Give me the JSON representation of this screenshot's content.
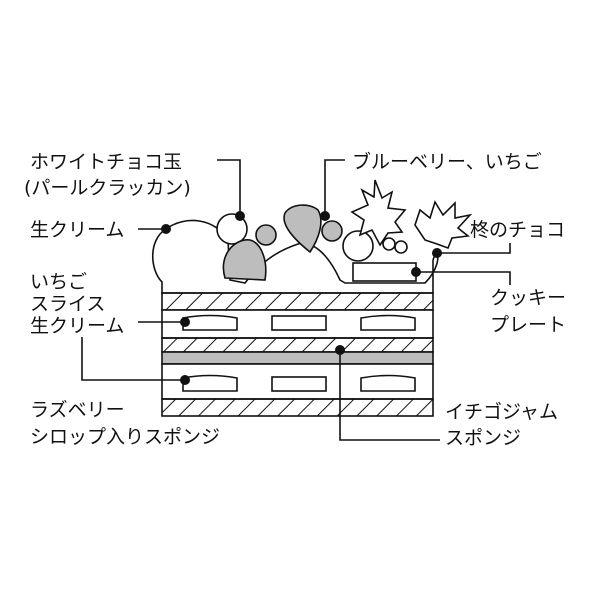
{
  "labels": {
    "white_choco_1": "ホワイトチョコ玉",
    "white_choco_2": "(パールクラッカン)",
    "blueberry": "ブルーベリー、いちご",
    "fresh_cream_top": "生クリーム",
    "holly_choco": "柊のチョコ",
    "strawberry_slice_1": "いちご",
    "strawberry_slice_2": "スライス",
    "strawberry_slice_3": "生クリーム",
    "cookie_plate_1": "クッキー",
    "cookie_plate_2": "プレート",
    "raspberry_1": "ラズベリー",
    "raspberry_2": "シロップ入りスポンジ",
    "jam_1": "イチゴジャム",
    "jam_2": "スポンジ"
  },
  "colors": {
    "line": "#111111",
    "gray": "#bdbdbd"
  }
}
